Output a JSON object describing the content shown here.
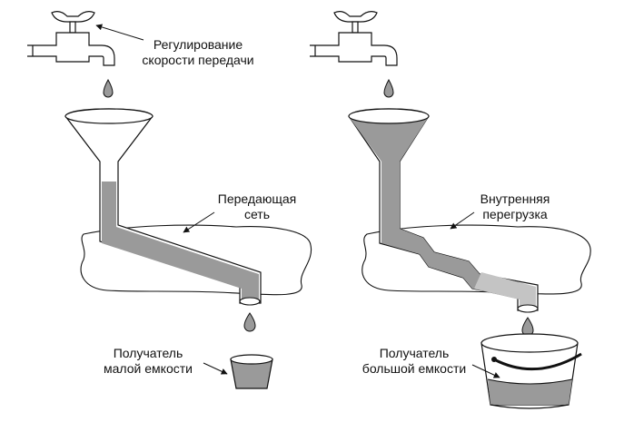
{
  "left_panel": {
    "tap_label": [
      "Регулирование",
      "скорости передачи"
    ],
    "network_label": [
      "Передающая",
      "сеть"
    ],
    "receiver_label": [
      "Получатель",
      "малой емкости"
    ]
  },
  "right_panel": {
    "network_label": [
      "Внутренняя",
      "перегрузка"
    ],
    "receiver_label": [
      "Получатель",
      "большой емкости"
    ]
  },
  "colors": {
    "outline": "#111111",
    "water": "#9a9a9a",
    "water_light": "#bdbdbd",
    "background": "#ffffff"
  }
}
